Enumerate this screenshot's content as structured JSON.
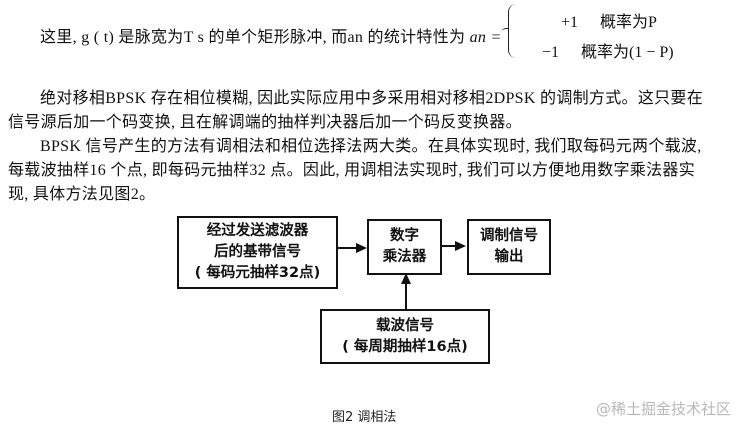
{
  "paragraph1": {
    "text_before": "这里, g ( t)  是脉宽为T s  的单个矩形脉冲,  而an  的统计特性为 ",
    "formula_lhs": "an =",
    "case1_value": "+1",
    "case1_condition": "概率为P",
    "case2_value": "−1",
    "case2_condition": "概率为(1 − P)"
  },
  "paragraph2": {
    "line1": "绝对移相BPSK  存在相位模糊, 因此实际应用中多采用相对移相2DPSK  的调制方式。这只要在",
    "line2": "信号源后加一个码变换, 且在解调端的抽样判决器后加一个码反变换器。"
  },
  "paragraph3": {
    "line1": "BPSK  信号产生的方法有调相法和相位选择法两大类。在具体实现时, 我们取每码元两个载波,",
    "line2": "每载波抽样16  个点, 即每码元抽样32  点。因此, 用调相法实现时, 我们可以方便地用数字乘法器实",
    "line3": "现, 具体方法见图2。"
  },
  "diagram": {
    "baseband_box": [
      "经过发送滤波器",
      "后的基带信号",
      "( 每码元抽样32点)"
    ],
    "multiplier_box": [
      "数字",
      "乘法器"
    ],
    "output_box": [
      "调制信号",
      "输出"
    ],
    "carrier_box": [
      "载波信号",
      "( 每周期抽样16点)"
    ],
    "caption": "图2  调相法"
  },
  "watermark": "@稀土掘金技术社区"
}
